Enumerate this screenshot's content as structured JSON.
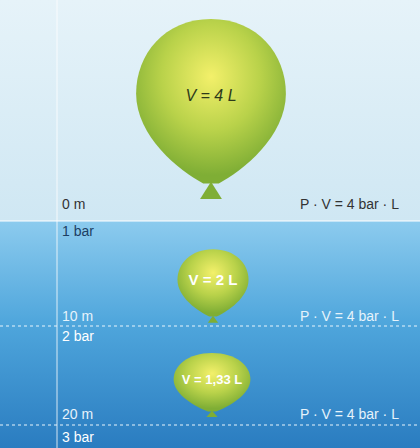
{
  "diagram": {
    "nodes": [
      {
        "text": [
          "V = 4 L"
        ]
      },
      {
        "text": [
          "V = 2 L"
        ]
      },
      {
        "text": [
          "V = 1,33 L"
        ]
      }
    ],
    "labels": [
      "0 m",
      "P · V = 4 bar · L",
      "1 bar",
      "10 m",
      "P · V = 4 bar · L",
      "2 bar",
      "20 m",
      "P · V = 4 bar · L",
      "3 bar"
    ]
  }
}
